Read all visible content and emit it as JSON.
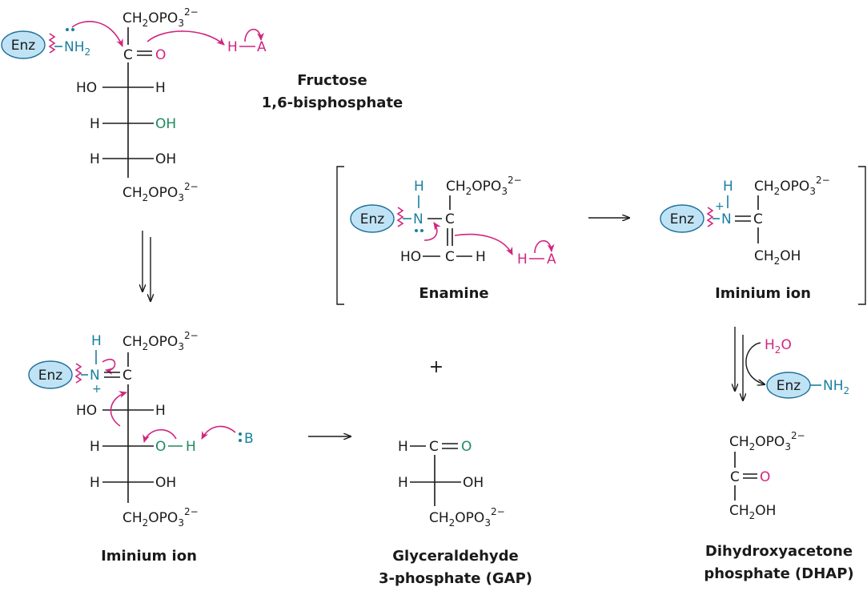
{
  "colors": {
    "black": "#1a1a1a",
    "magenta": "#d0267e",
    "teal": "#1a7fa0",
    "green": "#1f8a5e",
    "enzyme_fill": "#bfe3f5",
    "enzyme_stroke": "#1f6f9a"
  },
  "labels": {
    "fructose_line1": "Fructose",
    "fructose_line2": "1,6-bisphosphate",
    "enamine": "Enamine",
    "iminium_ion_1": "Iminium ion",
    "iminium_ion_2": "Iminium ion",
    "gap_line1": "Glyceraldehyde",
    "gap_line2": "3-phosphate (GAP)",
    "dhap_line1": "Dihydroxyacetone",
    "dhap_line2": "phosphate (DHAP)"
  },
  "atoms": {
    "enz": "Enz",
    "ch2": "CH",
    "two": "2",
    "opo": "OPO",
    "three": "3",
    "charge_2minus": "2−",
    "c": "C",
    "o": "O",
    "h": "H",
    "ho": "HO",
    "oh": "OH",
    "n": "N",
    "nh": "NH",
    "a": "A",
    "b": "B",
    "water_h": "H",
    "water_o": "O",
    "plus": "+",
    "ch2oh_ch": "CH",
    "ch2oh_oh": "OH"
  }
}
